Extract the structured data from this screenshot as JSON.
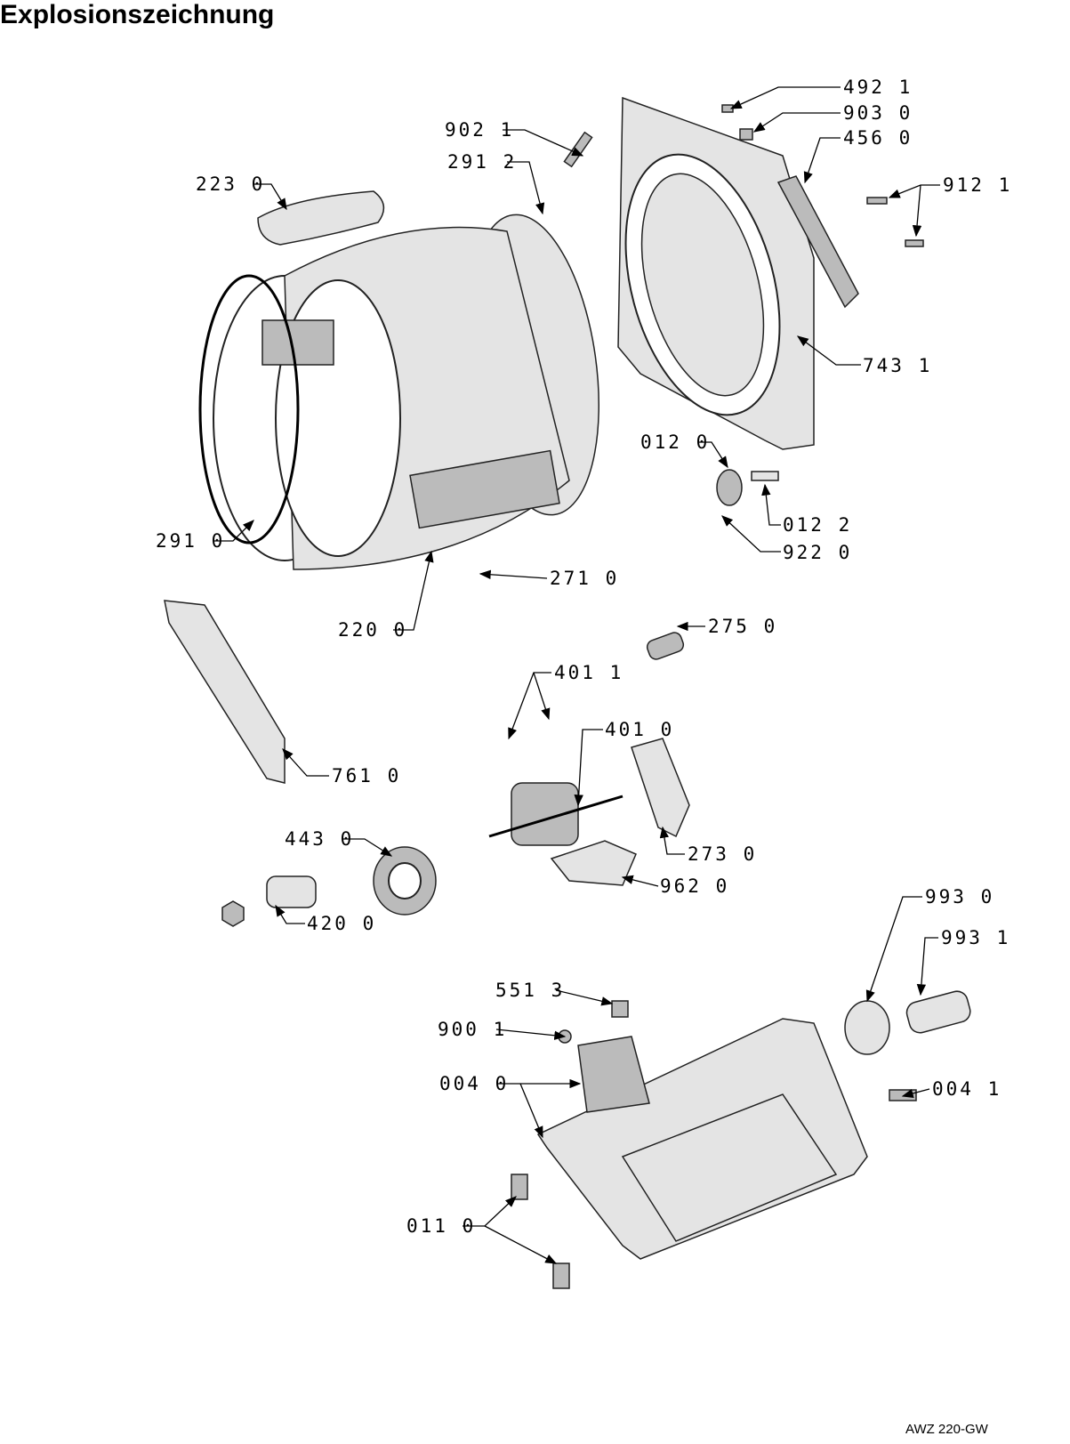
{
  "title": "Explosionszeichnung",
  "footer": "AWZ 220-GW",
  "callouts": [
    "492 1",
    "903 0",
    "456 0",
    "912 1",
    "902 1",
    "291 2",
    "223 0",
    "743 1",
    "012 0",
    "012 2",
    "922 0",
    "291 0",
    "271 0",
    "220 0",
    "275 0",
    "401 1",
    "401 0",
    "761 0",
    "273 0",
    "443 0",
    "962 0",
    "420 0",
    "993 0",
    "993 1",
    "551 3",
    "900 1",
    "004 0",
    "004 1",
    "011 0"
  ]
}
